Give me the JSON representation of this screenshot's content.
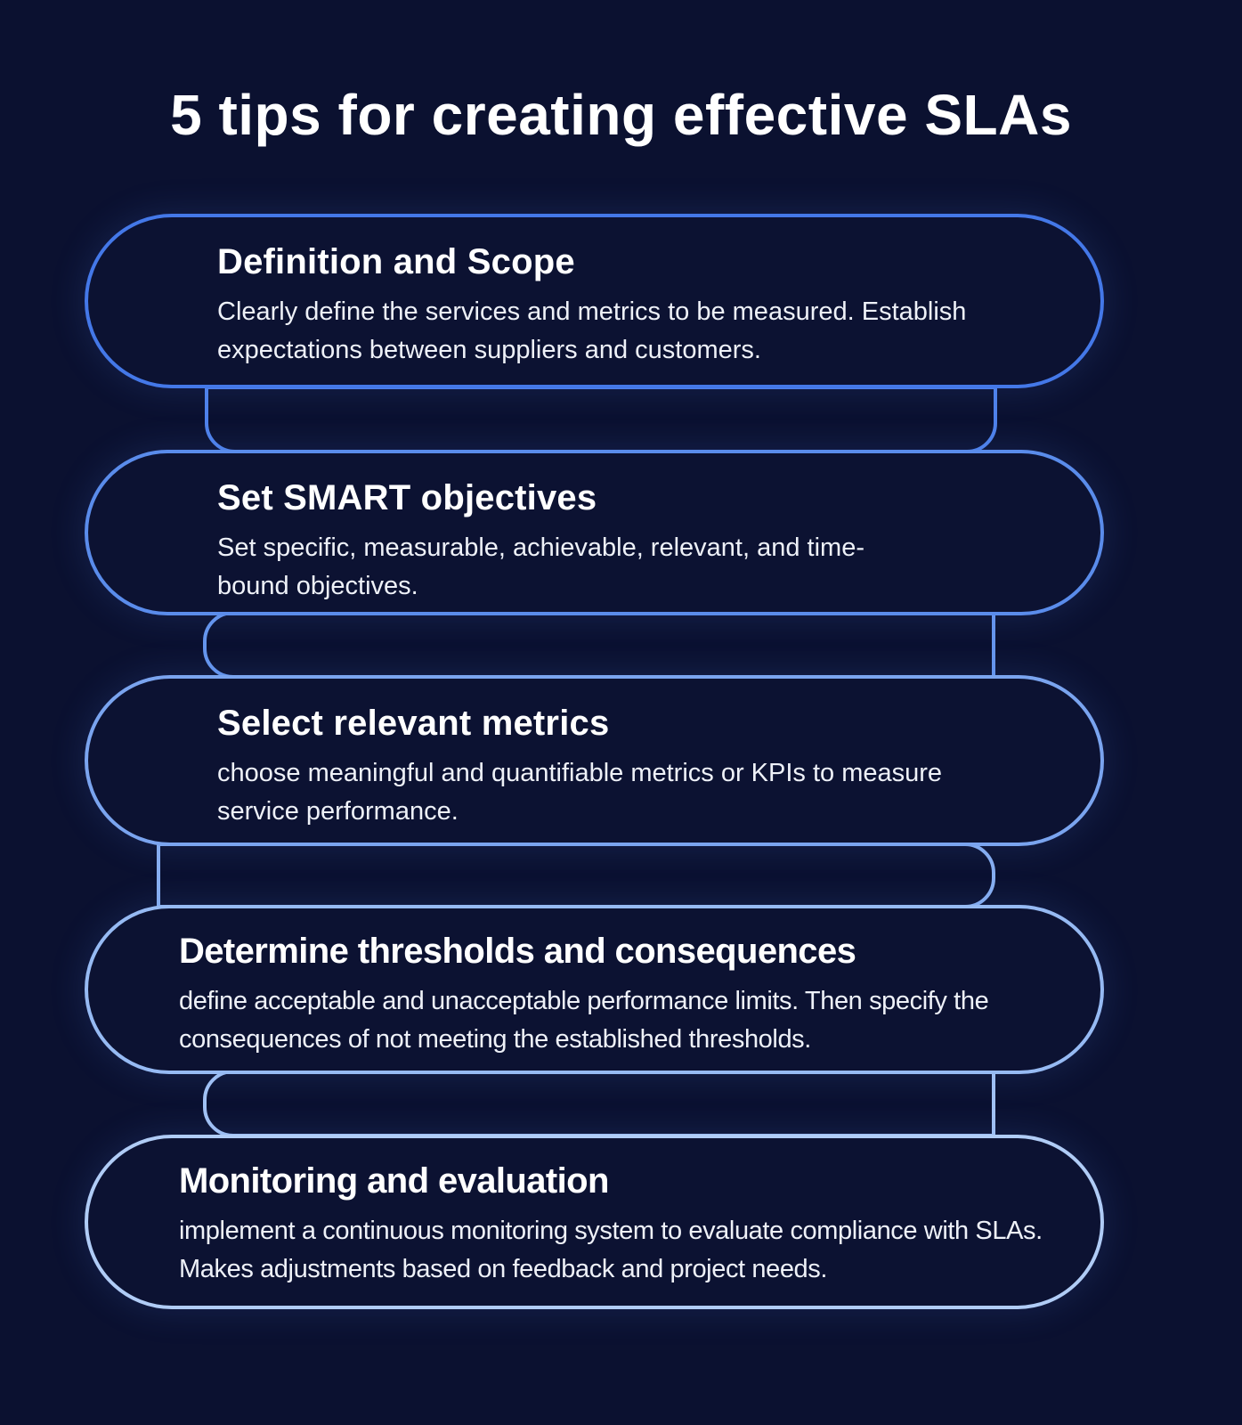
{
  "page": {
    "title": "5 tips for creating effective SLAs",
    "background_color": "#0b1130",
    "text_color": "#ffffff",
    "accent_colors": [
      "#4478e8",
      "#5a8ceb",
      "#7aa4ef",
      "#96baf3",
      "#b0ccf6"
    ]
  },
  "tips": [
    {
      "heading": "Definition and Scope",
      "body": "Clearly define the services and metrics to be measured. Establish expectations between suppliers and customers."
    },
    {
      "heading": "Set SMART objectives",
      "body": "Set specific, measurable, achievable, relevant, and time-bound objectives."
    },
    {
      "heading": "Select relevant metrics",
      "body": "choose meaningful and quantifiable metrics or KPIs to measure service performance."
    },
    {
      "heading": "Determine thresholds and consequences",
      "body": "define acceptable and unacceptable performance limits. Then specify the consequences of not meeting the established thresholds."
    },
    {
      "heading": "Monitoring and evaluation",
      "body": "implement a continuous monitoring system to evaluate compliance with SLAs. Makes adjustments based on feedback and project needs."
    }
  ]
}
